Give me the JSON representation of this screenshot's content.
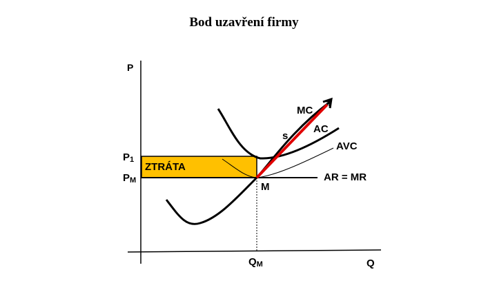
{
  "title": "Bod uzavření firmy",
  "colors": {
    "loss_fill": "#FFC000",
    "mc_arrow": "#E00000",
    "curves": "#000000"
  },
  "axes": {
    "y_label": "P",
    "x_label": "Q"
  },
  "price_levels": {
    "p1_main": "P",
    "p1_sub": "1",
    "pm_main": "P",
    "pm_sub": "M"
  },
  "quantity_levels": {
    "qm_main": "Q",
    "qm_sub": "M"
  },
  "labels": {
    "loss_area": "ZTRÁTA",
    "point_m": "M",
    "supply": "s",
    "mc": "MC",
    "ac": "AC",
    "avc": "AVC",
    "ar_mr": "AR = MR"
  }
}
